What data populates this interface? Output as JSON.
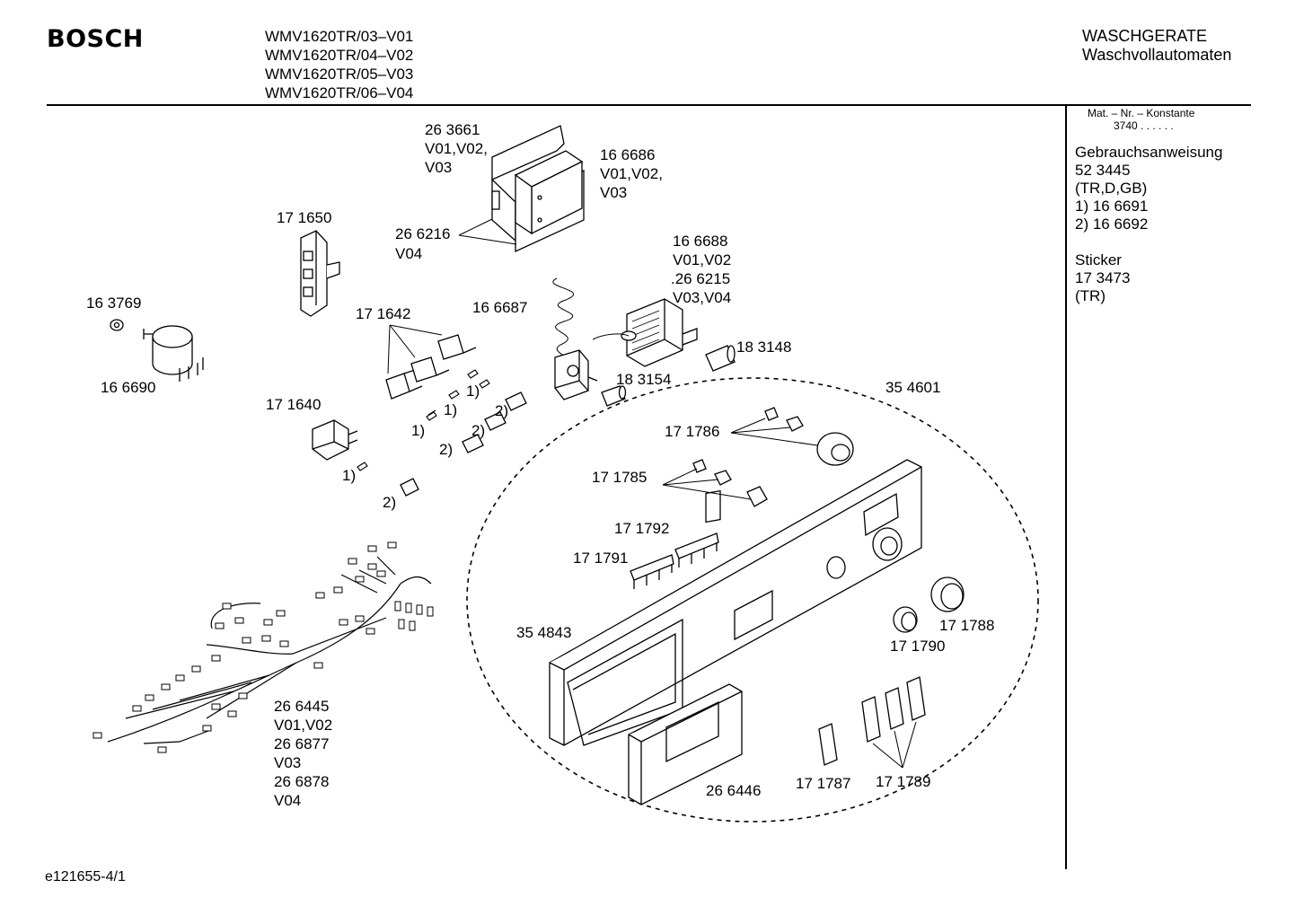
{
  "header": {
    "brand": "BOSCH",
    "models": [
      "WMV1620TR/03–V01",
      "WMV1620TR/04–V02",
      "WMV1620TR/05–V03",
      "WMV1620TR/06–V04"
    ],
    "category_line1": "WASCHGERATE",
    "category_line2": "Waschvollautomaten"
  },
  "sidebar": {
    "mat_label": "Mat. – Nr. – Konstante",
    "mat_value": "3740 .  .  .  .  .  .",
    "manual_label": "Gebrauchsanweisung",
    "manual_number": "52 3445",
    "manual_languages": "(TR,D,GB)",
    "manual_option1": "1)  16 6691",
    "manual_option2": "2)  16 6692",
    "sticker_label": "Sticker",
    "sticker_number": "17 3473",
    "sticker_lang": "(TR)"
  },
  "footer": {
    "drawing_id": "e121655-4/1"
  },
  "labels": {
    "p263661": "26 3661",
    "p263661_v1": "V01,V02,",
    "p263661_v2": "V03",
    "p166686": "16 6686",
    "p166686_v1": "V01,V02,",
    "p166686_v2": "V03",
    "p266216": "26 6216",
    "p266216_v": "V04",
    "p171650": "17 1650",
    "p166688": "16 6688",
    "p166688_v1": "V01,V02",
    "p166688_v2": ".26 6215",
    "p166688_v3": "V03,V04",
    "p163769": "16 3769",
    "p171642": "17 1642",
    "p166687": "16 6687",
    "p183148": "18 3148",
    "p166690": "16 6690",
    "p183154": "18 3154",
    "p354601": "35 4601",
    "p171640": "17 1640",
    "p171786": "17 1786",
    "p171785": "17 1785",
    "p171792": "17 1792",
    "p171791": "17 1791",
    "p354843": "35 4843",
    "p171788": "17 1788",
    "p171790": "17 1790",
    "p266445": "26 6445",
    "p266445_v1": "V01,V02",
    "p266877": "26 6877",
    "p266877_v": "V03",
    "p266878": "26 6878",
    "p266878_v": "V04",
    "p266446": "26 6446",
    "p171787": "17 1787",
    "p171789": "17 1789",
    "note1": "1)",
    "note2": "2)"
  }
}
